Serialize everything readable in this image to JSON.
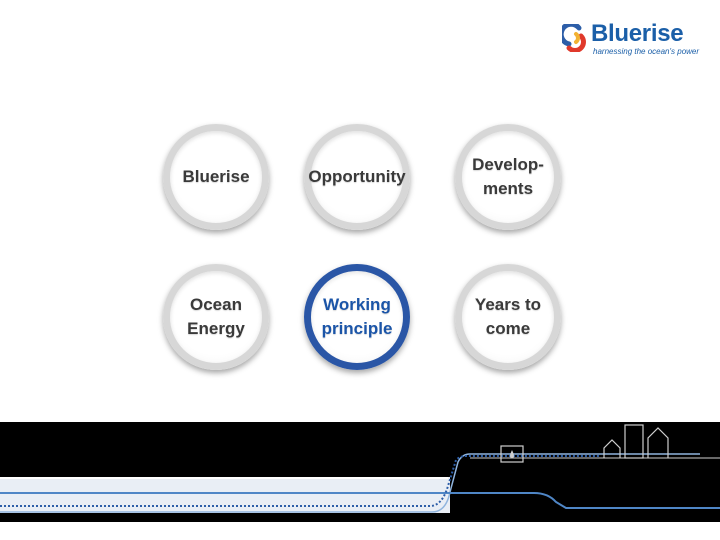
{
  "brand": {
    "name": "Bluerise",
    "tagline": "harnessing the ocean's power",
    "color": "#1b5fa8",
    "mark_colors": [
      "#2d5ea8",
      "#f2b233",
      "#e0392b"
    ]
  },
  "agenda": {
    "items": [
      {
        "label": "Bluerise",
        "active": false
      },
      {
        "label": "Opportunity",
        "active": false
      },
      {
        "label": "Develop-\nments",
        "active": false
      },
      {
        "label": "Ocean\nEnergy",
        "active": false
      },
      {
        "label": "Working\nprinciple",
        "active": true
      },
      {
        "label": "Years to\ncome",
        "active": false
      }
    ],
    "active_color": "#2a56a6",
    "inactive_ring_color": "#d7d7d7"
  },
  "footer": {
    "band_color": "#000000",
    "line_color": "#6f9fd6",
    "icons": [
      "water-drop-icon",
      "house-icon",
      "tower-icon",
      "house-icon"
    ]
  }
}
